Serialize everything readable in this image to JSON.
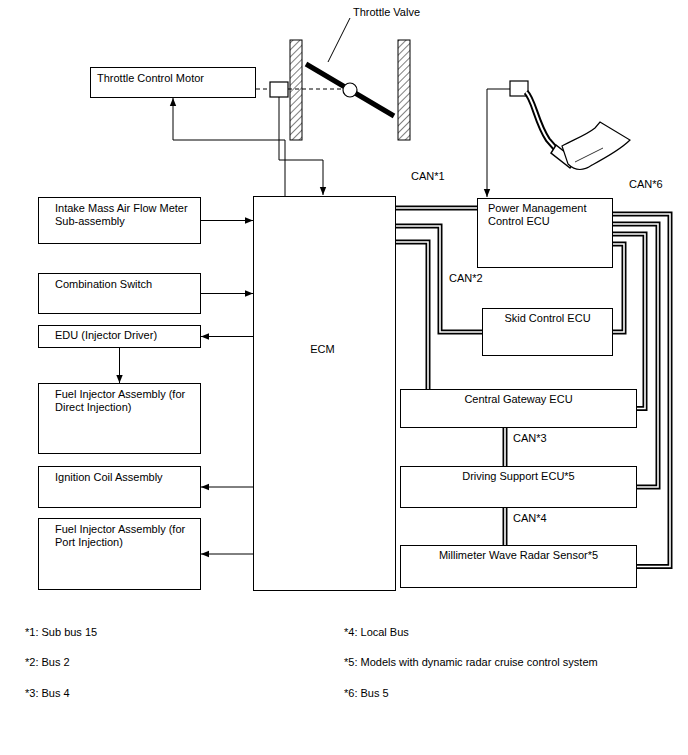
{
  "diagram": {
    "nodes": [
      {
        "text": [
          "Throttle Control Motor"
        ]
      },
      {
        "text": [
          "Intake Mass Air Flow Meter Sub-assembly"
        ]
      },
      {
        "text": [
          "Combination Switch"
        ]
      },
      {
        "text": [
          "EDU (Injector Driver)"
        ]
      },
      {
        "text": [
          "Fuel Injector Assembly (for Direct Injection)"
        ]
      },
      {
        "text": [
          "Ignition Coil Assembly"
        ]
      },
      {
        "text": [
          "Fuel Injector Assembly (for Port Injection)"
        ]
      },
      {
        "text": [
          "ECM"
        ]
      },
      {
        "text": [
          "Power Management Control ECU"
        ]
      },
      {
        "text": [
          "Skid Control ECU"
        ]
      },
      {
        "text": [
          "Central Gateway ECU"
        ]
      },
      {
        "text": [
          "Driving Support ECU*5"
        ]
      },
      {
        "text": [
          "Millimeter Wave Radar Sensor*5"
        ]
      }
    ],
    "edges": [
      {
        "from": 7,
        "to": 0,
        "arrow": "to"
      },
      {
        "from": 1,
        "to": 7,
        "arrow": "to"
      },
      {
        "from": 2,
        "to": 7,
        "arrow": "to"
      },
      {
        "from": 7,
        "to": 3,
        "arrow": "to"
      },
      {
        "from": 3,
        "to": 4,
        "arrow": "to"
      },
      {
        "from": 7,
        "to": 5,
        "arrow": "to"
      },
      {
        "from": 7,
        "to": 6,
        "arrow": "to"
      },
      {
        "from": 7,
        "to": 8,
        "label": "CAN*1",
        "arrow": "none"
      },
      {
        "from": 7,
        "to": 9,
        "label": "CAN*2",
        "arrow": "none"
      },
      {
        "from": 7,
        "to": 10,
        "arrow": "none"
      },
      {
        "from": 10,
        "to": 11,
        "label": "CAN*3",
        "arrow": "none"
      },
      {
        "from": 11,
        "to": 12,
        "label": "CAN*4",
        "arrow": "none"
      },
      {
        "from": 8,
        "to": 9,
        "arrow": "none"
      },
      {
        "from": 8,
        "to": 10,
        "arrow": "none"
      },
      {
        "from": 8,
        "to": 11,
        "arrow": "none"
      },
      {
        "from": 8,
        "to": 12,
        "label": "CAN*6",
        "arrow": "none"
      }
    ],
    "labels": [
      "Throttle Valve",
      "*1: Sub bus 15",
      "*2: Bus 2",
      "*3: Bus 4",
      "*4: Local Bus",
      "*5: Models with dynamic radar cruise control system",
      "*6: Bus 5"
    ]
  }
}
